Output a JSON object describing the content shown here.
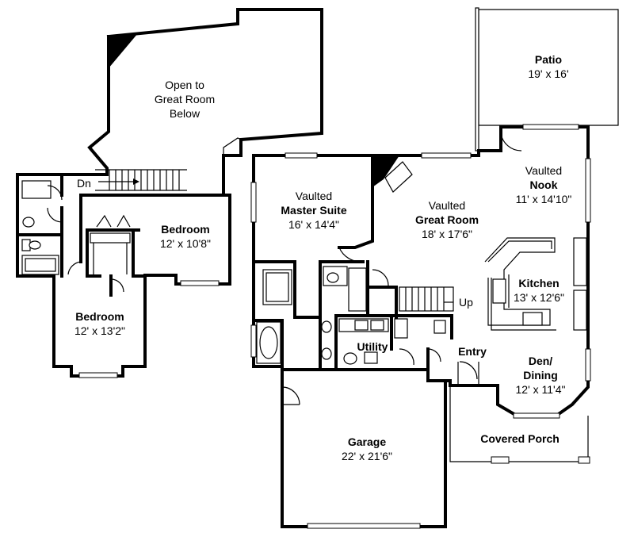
{
  "rooms": {
    "open_to_great_room": {
      "line1": "Open to",
      "line2": "Great Room",
      "line3": "Below"
    },
    "patio": {
      "name": "Patio",
      "size": "19' x 16'"
    },
    "nook": {
      "vaulted": "Vaulted",
      "name": "Nook",
      "size": "11' x 14'10\""
    },
    "master_suite": {
      "vaulted": "Vaulted",
      "name": "Master Suite",
      "size": "16' x 14'4\""
    },
    "great_room": {
      "vaulted": "Vaulted",
      "name": "Great Room",
      "size": "18' x 17'6\""
    },
    "bedroom_upper": {
      "name": "Bedroom",
      "size": "12' x 10'8\""
    },
    "bedroom_lower": {
      "name": "Bedroom",
      "size": "12' x 13'2\""
    },
    "kitchen": {
      "name": "Kitchen",
      "size": "13' x 12'6\""
    },
    "utility": {
      "name": "Utility"
    },
    "entry": {
      "name": "Entry"
    },
    "den_dining": {
      "line1": "Den/",
      "line2": "Dining",
      "size": "12' x 11'4\""
    },
    "garage": {
      "name": "Garage",
      "size": "22' x 21'6\""
    },
    "covered_porch": {
      "name": "Covered Porch"
    }
  },
  "stairs": {
    "down_label": "Dn",
    "up_label": "Up"
  },
  "colors": {
    "wall": "#000000",
    "background": "#ffffff"
  }
}
